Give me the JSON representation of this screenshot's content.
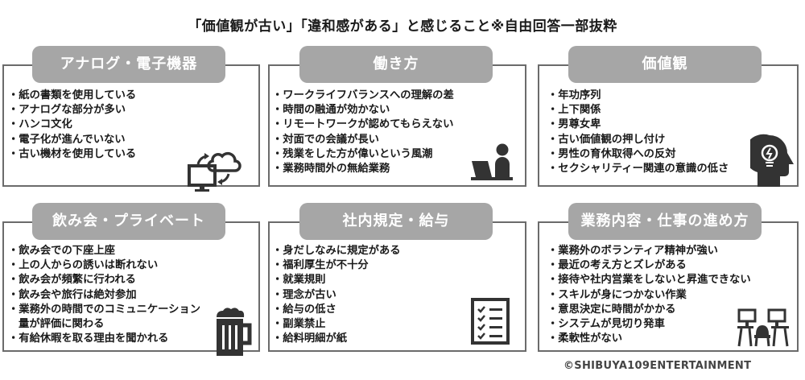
{
  "title": "「価値観が古い」「違和感がある」と感じること※自由回答一部抜粋",
  "categories": [
    {
      "label": "アナログ・電子機器",
      "icon": "computer-cloud-sync-icon",
      "items": [
        "紙の書類を使用している",
        "アナログな部分が多い",
        "ハンコ文化",
        "電子化が進んでいない",
        "古い機材を使用している"
      ]
    },
    {
      "label": "働き方",
      "icon": "person-at-laptop-icon",
      "items": [
        "ワークライフバランスへの理解の差",
        "時間の融通が効かない",
        "リモートワークが認めてもらえない",
        "対面での会議が長い",
        "残業をした方が偉いという風潮",
        "業務時間外の無給業務"
      ]
    },
    {
      "label": "価値観",
      "icon": "head-lightbulb-icon",
      "items": [
        "年功序列",
        "上下関係",
        "男尊女卑",
        "古い価値観の押し付け",
        "男性の育休取得への反対",
        "セクシャリティー関連の意識の低さ"
      ]
    },
    {
      "label": "飲み会・プライベート",
      "icon": "beer-mug-icon",
      "items": [
        "飲み会での下座上座",
        "上の人からの誘いは断れない",
        "飲み会が頻繁に行われる",
        "飲み会や旅行は絶対参加",
        "業務外の時間でのコミュニケーション",
        "量が評価に関わる",
        "有給休暇を取る理由を聞かれる"
      ]
    },
    {
      "label": "社内規定・給与",
      "icon": "checklist-icon",
      "items": [
        "身だしなみに規定がある",
        "福利厚生が不十分",
        "就業規則",
        "理念が古い",
        "給与の低さ",
        "副業禁止",
        "給料明細が紙"
      ]
    },
    {
      "label": "業務内容・仕事の進め方",
      "icon": "office-desks-icon",
      "items": [
        "業務外のボランティア精神が強い",
        "最近の考え方とズレがある",
        "接待や社内営業をしないと昇進できない",
        "スキルが身につかない作業",
        "意思決定に時間がかかる",
        "システムが見切り発車",
        "柔軟性がない"
      ]
    }
  ],
  "copyright": "©SHIBUYA109ENTERTAINMENT"
}
